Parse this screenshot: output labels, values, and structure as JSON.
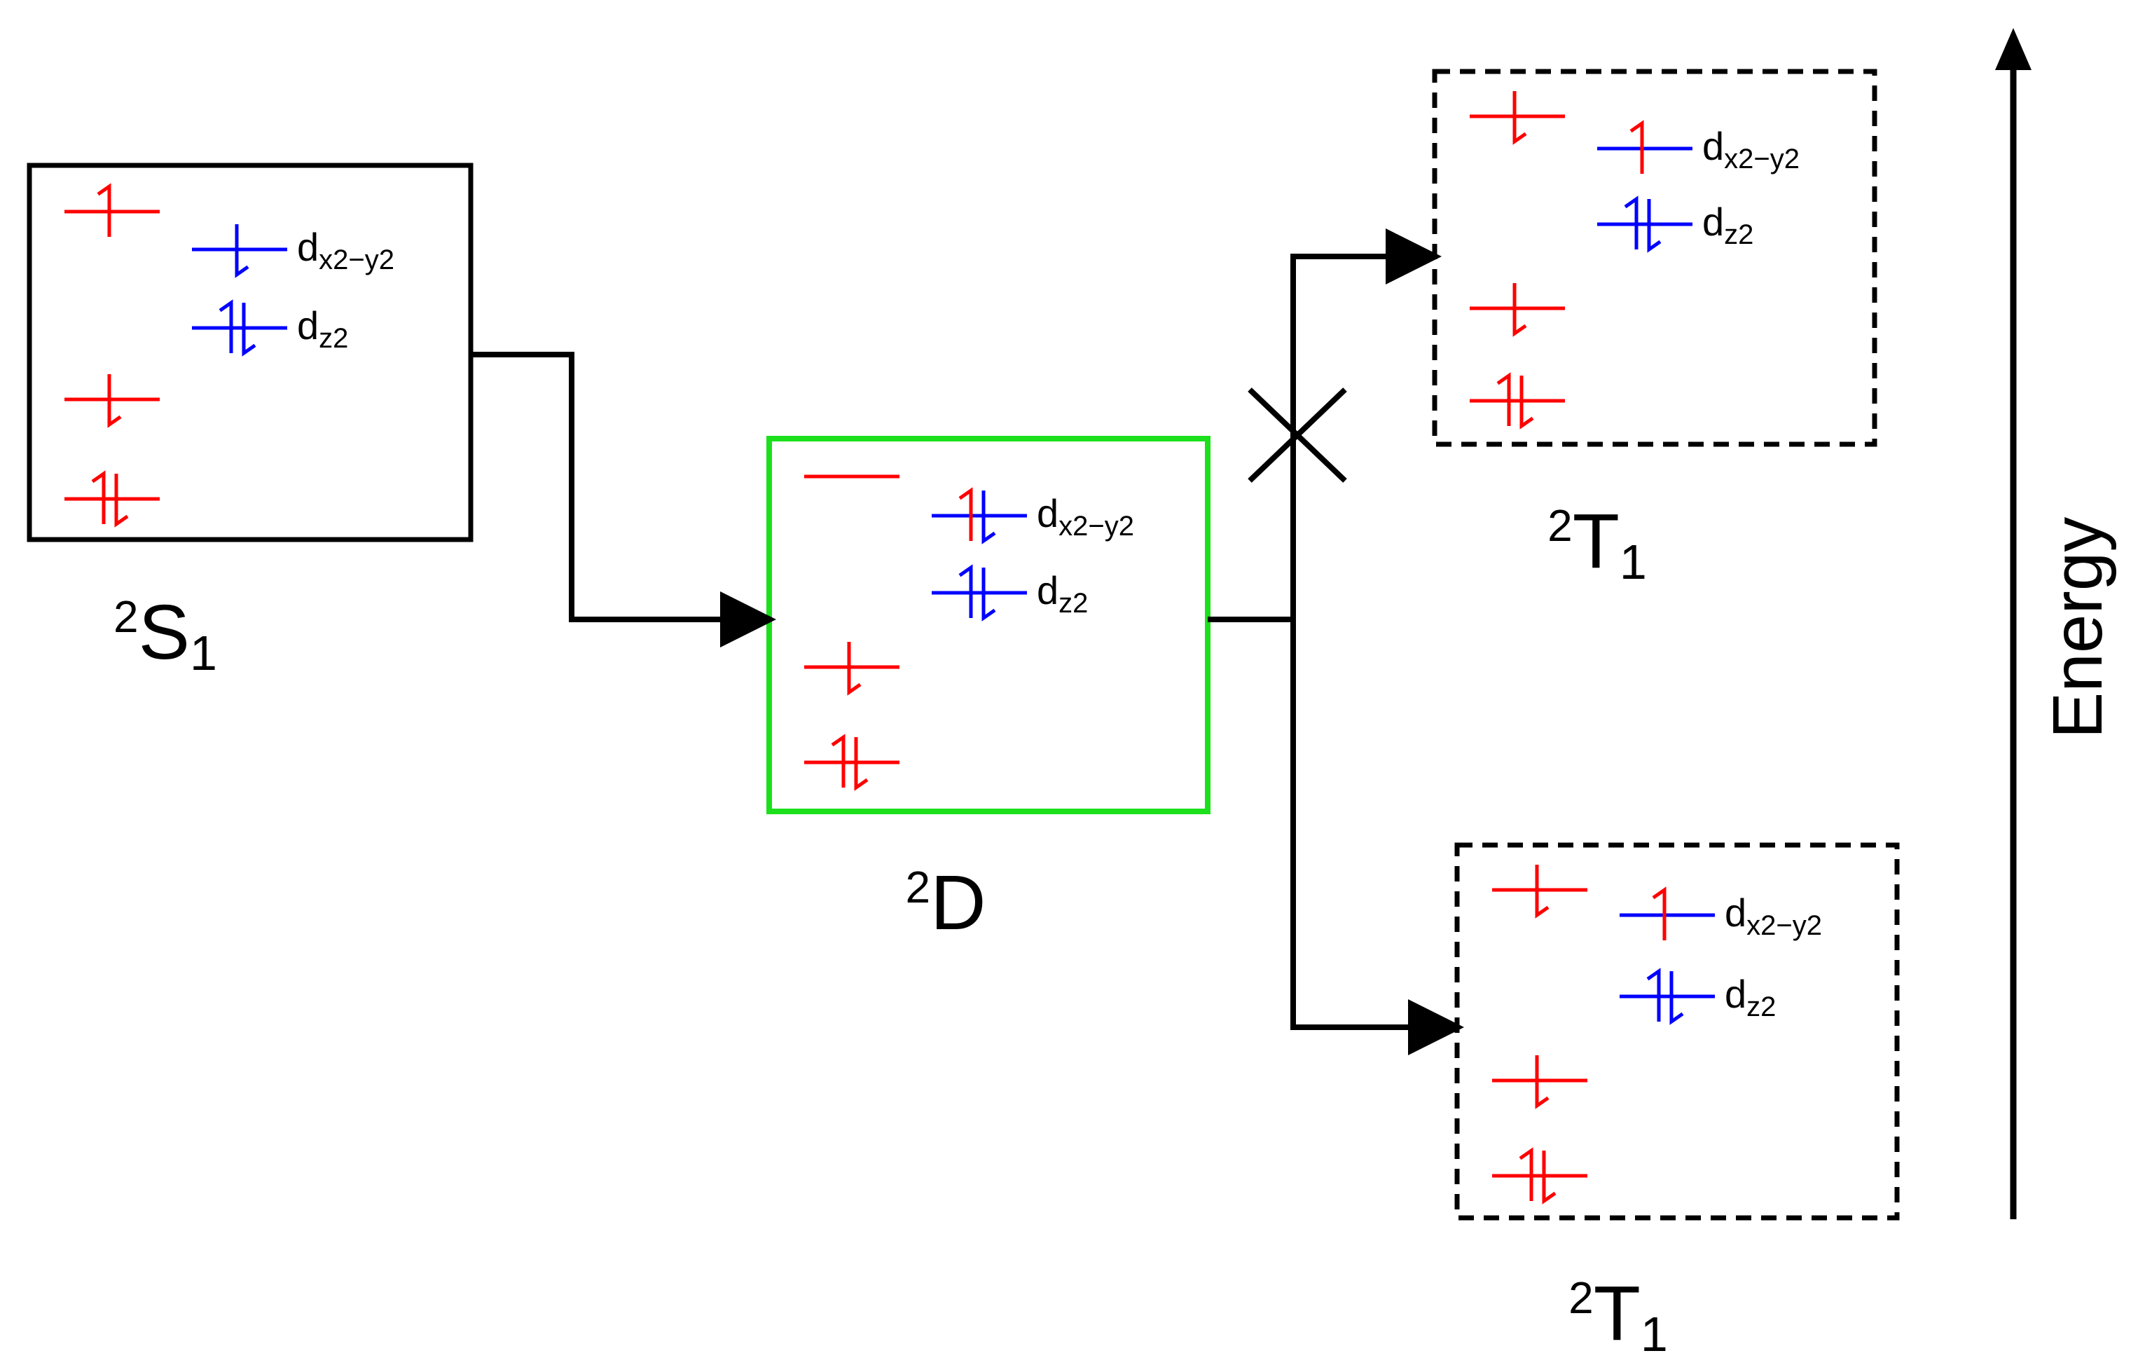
{
  "colors": {
    "ligand": "#ff0000",
    "metal": "#0000ff",
    "box_solid": "#000000",
    "box_highlight": "#1be01b",
    "arrow": "#000000"
  },
  "orbital_labels": {
    "dx2y2": {
      "base": "d",
      "sub": "x2−y2"
    },
    "dz2": {
      "base": "d",
      "sub": "z2"
    }
  },
  "states": [
    {
      "id": "S1",
      "name": {
        "sup": "2",
        "main": "S",
        "sub": "1"
      },
      "border": "solid-black",
      "levels": {
        "ligand_top": "up",
        "dx2y2": "down",
        "dz2": "paired",
        "ligand_mid": "down",
        "ligand_bottom": "paired"
      }
    },
    {
      "id": "D",
      "name": {
        "sup": "2",
        "main": "D",
        "sub": ""
      },
      "border": "solid-green",
      "levels": {
        "ligand_top": "empty",
        "dx2y2": "paired",
        "dz2": "paired",
        "ligand_mid": "down",
        "ligand_bottom": "paired"
      }
    },
    {
      "id": "T1_upper",
      "name": {
        "sup": "2",
        "main": "T",
        "sub": "1"
      },
      "border": "dashed-black",
      "pathway": "blocked",
      "levels": {
        "ligand_top": "down",
        "dx2y2": "up",
        "dz2": "paired",
        "ligand_mid": "down",
        "ligand_bottom": "paired"
      }
    },
    {
      "id": "T1_lower",
      "name": {
        "sup": "2",
        "main": "T",
        "sub": "1"
      },
      "border": "dashed-black",
      "pathway": "allowed",
      "levels": {
        "ligand_top": "down",
        "dx2y2": "up",
        "dz2": "paired",
        "ligand_mid": "down",
        "ligand_bottom": "paired"
      }
    }
  ],
  "energy_axis": {
    "label": "Energy",
    "direction": "up"
  }
}
